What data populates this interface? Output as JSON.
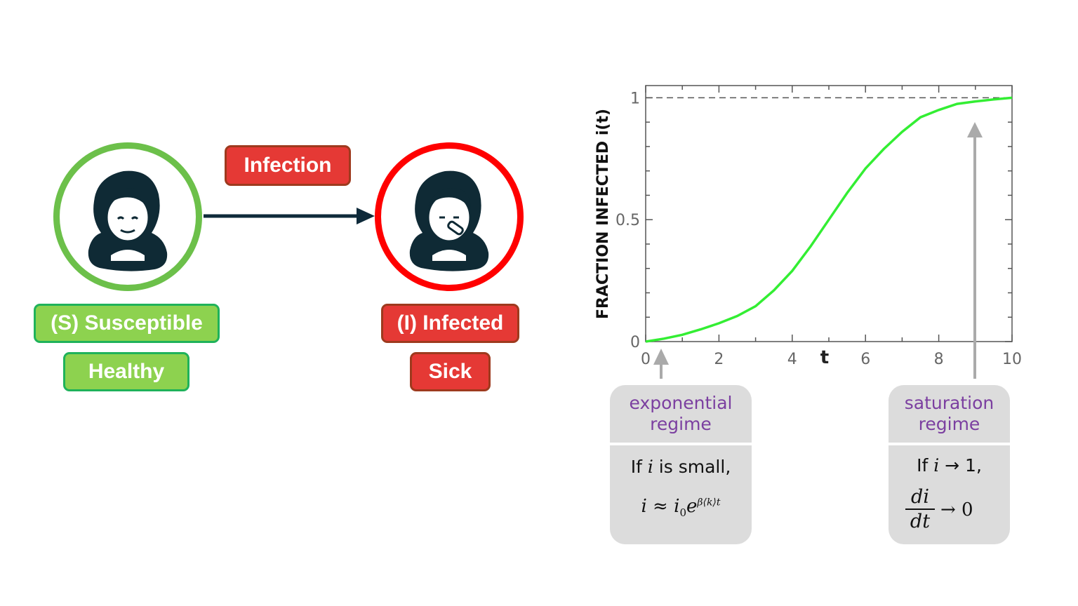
{
  "diagram": {
    "transition_label": "Infection",
    "susceptible": {
      "label": "(S) Susceptible",
      "sublabel": "Healthy",
      "ring_color": "#6cc04a"
    },
    "infected": {
      "label": "(I) Infected",
      "sublabel": "Sick",
      "ring_color": "#ff0000"
    },
    "arrow_color": "#0e2a3a"
  },
  "chart_data": {
    "type": "line",
    "title": "",
    "xlabel": "t",
    "ylabel": "FRACTION INFECTED i(t)",
    "xlim": [
      0,
      10
    ],
    "ylim": [
      0,
      1.05
    ],
    "x_ticks": [
      "0",
      "2",
      "4",
      "6",
      "8",
      "10"
    ],
    "y_ticks": [
      "0",
      "0.5",
      "1"
    ],
    "reference_line": {
      "y": 1,
      "style": "dashed"
    },
    "grid": false,
    "series": [
      {
        "color": "#33ee33",
        "x": [
          0,
          0.5,
          1,
          1.5,
          2,
          2.5,
          3,
          3.5,
          4,
          4.5,
          5,
          5.5,
          6,
          6.5,
          7,
          7.5,
          8,
          8.5,
          9,
          9.5,
          10
        ],
        "y": [
          0,
          0.012,
          0.028,
          0.05,
          0.075,
          0.105,
          0.145,
          0.21,
          0.29,
          0.39,
          0.5,
          0.61,
          0.71,
          0.79,
          0.86,
          0.92,
          0.95,
          0.975,
          0.985,
          0.993,
          1.0
        ]
      }
    ]
  },
  "annotations": {
    "exponential": {
      "title_line1": "exponential",
      "title_line2": "regime",
      "line1_prefix": "If ",
      "line1_var": "i",
      "line1_suffix": " is small,",
      "formula_lhs": "i",
      "formula_op": " ≈ ",
      "formula_i": "i",
      "formula_sub": "0",
      "formula_e": "e",
      "formula_exp": "β⟨k⟩t"
    },
    "saturation": {
      "title_line1": "saturation",
      "title_line2": "regime",
      "line1_prefix": "If ",
      "line1_var": "i",
      "line1_suffix": " → 1,",
      "frac_num": "di",
      "frac_den": "dt",
      "limit": "→ 0"
    }
  }
}
